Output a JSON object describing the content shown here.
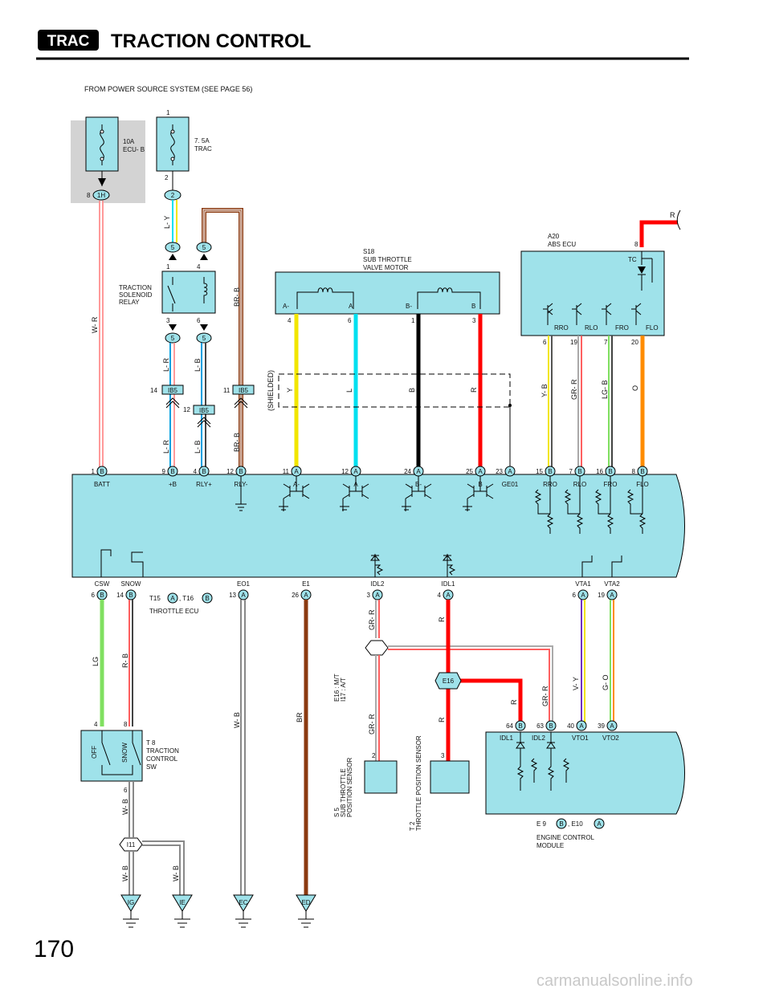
{
  "header": {
    "badge": "TRAC",
    "title": "TRACTION CONTROL"
  },
  "page_number": "170",
  "watermark": "carmanualsonline.info",
  "power_source_note": "FROM POWER SOURCE SYSTEM (SEE PAGE 56)",
  "fuses": {
    "ecub": {
      "rating": "10A",
      "name": "ECU- B",
      "pin": "8",
      "connector": "1H"
    },
    "trac": {
      "rating": "7. 5A",
      "name": "TRAC",
      "pin_top": "1",
      "pin_bottom": "2",
      "connector": "2"
    }
  },
  "relay": {
    "name": [
      "TRACTION",
      "SOLENOID",
      "RELAY"
    ],
    "connector": "5",
    "pins_top": [
      "1",
      "4"
    ],
    "pins_bottom": [
      "3",
      "6"
    ]
  },
  "sub_throttle_motor": {
    "code": "S18",
    "name": [
      "SUB THROTTLE",
      "VALVE MOTOR"
    ],
    "terms": [
      "A-",
      "A",
      "B-",
      "B"
    ],
    "pins": [
      "4",
      "6",
      "1",
      "3"
    ]
  },
  "abs_ecu": {
    "code": "A20",
    "name": "ABS ECU",
    "pin_tc": "8",
    "tc": "TC",
    "outputs": [
      "RRO",
      "RLO",
      "FRO",
      "FLO"
    ],
    "pins": [
      "6",
      "19",
      "7",
      "20"
    ]
  },
  "shielded": "(SHIELDED)",
  "junctions": {
    "j1": {
      "pin": "14",
      "name": "IB5"
    },
    "j2": {
      "pin": "12",
      "name": "IB5"
    },
    "j3": {
      "pin": "11",
      "name": "IB5"
    }
  },
  "wire_labels": {
    "wr": "W- R",
    "ly": "L- Y",
    "brb1": "BR- B",
    "brb2": "BR- B",
    "lr1": "L- R",
    "lb1": "L- B",
    "lr2": "L- R",
    "lb2": "L- B",
    "y": "Y",
    "l": "L",
    "b": "B",
    "r": "R",
    "r_tc": "R",
    "yb": "Y- B",
    "grr1": "GR- R",
    "lgb": "LG- B",
    "o": "O",
    "lg": "LG",
    "rb": "R- B",
    "wb1": "W- B",
    "br": "BR",
    "grr2": "GR- R",
    "grr3": "GR- R",
    "grr4": "GR- R",
    "r2": "R",
    "r3": "R",
    "r4": "R",
    "vy": "V- Y",
    "go": "G- O",
    "wb2": "W- B",
    "wb3": "W- B"
  },
  "throttle_ecu": {
    "label_t15": "T15",
    "conn_a": "A",
    "label_t16": ", T16",
    "conn_b": "B",
    "name": "THROTTLE ECU",
    "top_pins": [
      {
        "pin": "1",
        "conn": "B",
        "term": "BATT"
      },
      {
        "pin": "9",
        "conn": "B",
        "term": "+B"
      },
      {
        "pin": "4",
        "conn": "B",
        "term": "RLY+"
      },
      {
        "pin": "12",
        "conn": "B",
        "term": "RLY-"
      },
      {
        "pin": "11",
        "conn": "A",
        "term": "A-"
      },
      {
        "pin": "12",
        "conn": "A",
        "term": "A"
      },
      {
        "pin": "24",
        "conn": "A",
        "term": "B-"
      },
      {
        "pin": "25",
        "conn": "A",
        "term": "B"
      },
      {
        "pin": "23",
        "conn": "A",
        "term": "GE01"
      },
      {
        "pin": "15",
        "conn": "B",
        "term": "RRO"
      },
      {
        "pin": "7",
        "conn": "B",
        "term": "RLO"
      },
      {
        "pin": "16",
        "conn": "B",
        "term": "FRO"
      },
      {
        "pin": "8",
        "conn": "B",
        "term": "FLO"
      }
    ],
    "bottom_pins": [
      {
        "pin": "6",
        "conn": "B",
        "term": "CSW"
      },
      {
        "pin": "14",
        "conn": "B",
        "term": "SNOW"
      },
      {
        "pin": "13",
        "conn": "A",
        "term": "EO1"
      },
      {
        "pin": "26",
        "conn": "A",
        "term": "E1"
      },
      {
        "pin": "3",
        "conn": "A",
        "term": "IDL2"
      },
      {
        "pin": "4",
        "conn": "A",
        "term": "IDL1"
      },
      {
        "pin": "6",
        "conn": "A",
        "term": "VTA1"
      },
      {
        "pin": "19",
        "conn": "A",
        "term": "VTA2"
      }
    ]
  },
  "traction_switch": {
    "code": "T 8",
    "name": [
      "TRACTION",
      "CONTROL",
      "SW"
    ],
    "off": "OFF",
    "snow": "SNOW",
    "pins": [
      "4",
      "8",
      "6"
    ]
  },
  "splice": {
    "name": "I11"
  },
  "e16": {
    "name": "E16",
    "note1": "E16 : M/T",
    "note2": "I17 : A/T"
  },
  "sub_sensor": {
    "code": "S 5",
    "name": [
      "SUB THROTTLE",
      "POSITION SENSOR"
    ],
    "pin": "2"
  },
  "tps": {
    "code": "T 2",
    "name": "THROTTLE POSITION SENSOR",
    "pin": "3"
  },
  "ecm": {
    "label_e9": "E 9",
    "conn_b": "B",
    "label_e10": ", E10",
    "conn_a": "A",
    "name": [
      "ENGINE CONTROL",
      "MODULE"
    ],
    "pins": [
      {
        "pin": "64",
        "conn": "B",
        "term": "IDL1"
      },
      {
        "pin": "63",
        "conn": "B",
        "term": "IDL2"
      },
      {
        "pin": "40",
        "conn": "A",
        "term": "VTO1"
      },
      {
        "pin": "39",
        "conn": "A",
        "term": "VTO2"
      }
    ]
  },
  "grounds": [
    "IG",
    "IE",
    "EC",
    "ED"
  ],
  "colors": {
    "panel": "#9fe2ea",
    "fuse_shade": "#d3d3d3",
    "red": "#ff0000",
    "yellow": "#f2e600",
    "cyan": "#00e0f0",
    "black": "#000000",
    "orange": "#ff8c00",
    "green": "#80e060",
    "brown": "#8b3a10",
    "violet": "#7030c0"
  }
}
